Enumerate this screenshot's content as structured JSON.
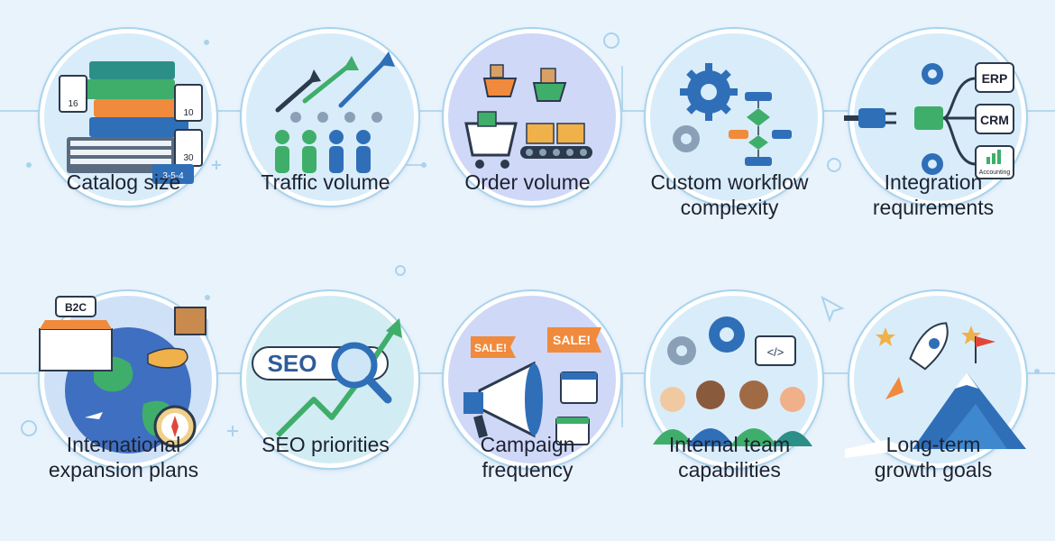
{
  "colors": {
    "background": "#e9f3fc",
    "circle_fill": "#d9ecfa",
    "circle_ring": "#a9d3ec",
    "accent_green": "#3fae6a",
    "accent_blue": "#2f6fb8",
    "accent_orange": "#f08a3c",
    "text": "#1d2230"
  },
  "factors": [
    {
      "id": "catalog",
      "label": "Catalog size",
      "icon": "stacked-books-icon",
      "tags": [
        "16",
        "10",
        "30",
        "3-5-4"
      ]
    },
    {
      "id": "traffic",
      "label": "Traffic volume",
      "icon": "people-arrows-icon"
    },
    {
      "id": "orders",
      "label": "Order volume",
      "icon": "shopping-carts-conveyor-icon"
    },
    {
      "id": "workflow",
      "label": "Custom workflow\ncomplexity",
      "icon": "gears-flowchart-icon"
    },
    {
      "id": "integration",
      "label": "Integration\nrequirements",
      "icon": "plug-connectors-icon",
      "tags": [
        "ERP",
        "CRM",
        "Accounting"
      ]
    },
    {
      "id": "international",
      "label": "International\nexpansion plans",
      "icon": "globe-handshake-icon",
      "tags": [
        "B2C"
      ]
    },
    {
      "id": "seo",
      "label": "SEO priorities",
      "icon": "seo-search-growth-icon",
      "tags": [
        "SEO"
      ]
    },
    {
      "id": "campaign",
      "label": "Campaign\nfrequency",
      "icon": "megaphone-sale-icon",
      "tags": [
        "SALE!",
        "SALE!"
      ]
    },
    {
      "id": "team",
      "label": "Internal team\ncapabilities",
      "icon": "team-gears-icon",
      "tags": [
        "</>"
      ]
    },
    {
      "id": "growth",
      "label": "Long-term\ngrowth goals",
      "icon": "rocket-mountain-icon"
    }
  ]
}
